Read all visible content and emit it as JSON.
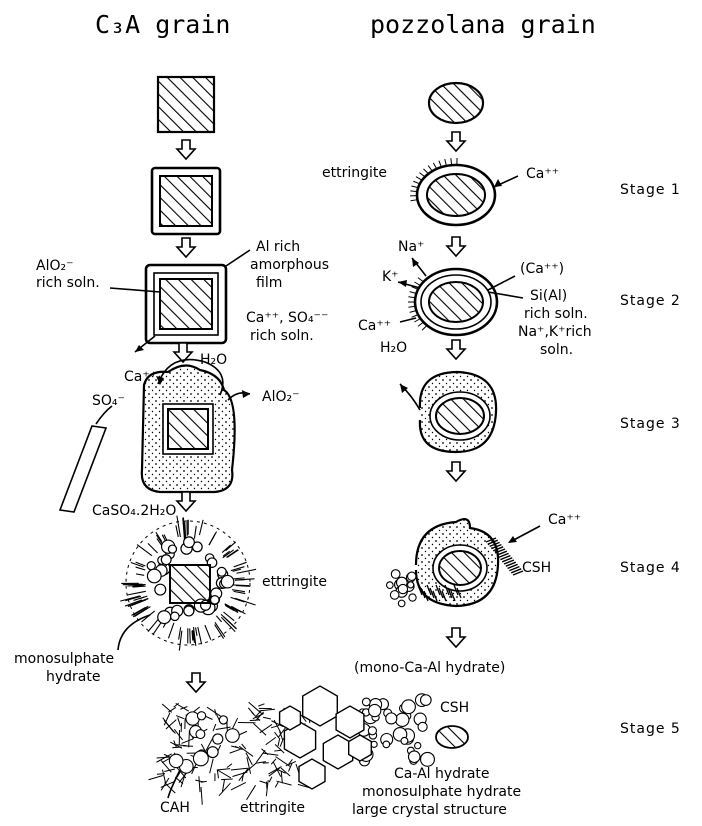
{
  "titles": {
    "c3a": "C₃A grain",
    "pozzolana": "pozzolana grain"
  },
  "stages": [
    "Stage 1",
    "Stage 2",
    "Stage 3",
    "Stage 4",
    "Stage 5"
  ],
  "c3a_labels": {
    "alo2_rich_soln_1": "AlO₂⁻",
    "alo2_rich_soln_2": "rich soln.",
    "al_rich_film_1": "Al rich",
    "al_rich_film_2": "amorphous",
    "al_rich_film_3": "film",
    "ca_so4_soln_1": "Ca⁺⁺, SO₄⁻⁻",
    "ca_so4_soln_2": "rich soln.",
    "ca_pp": "Ca⁺⁺",
    "so4": "SO₄⁻",
    "h2o": "H₂O",
    "alo2_out": "AlO₂⁻",
    "gypsum": "CaSO₄.2H₂O",
    "ettringite": "ettringite",
    "monosulphate_1": "monosulphate",
    "monosulphate_2": "hydrate",
    "cah": "CAH",
    "ettringite_bottom": "ettringite"
  },
  "pozzolana_labels": {
    "ettringite": "ettringite",
    "ca_pp_1": "Ca⁺⁺",
    "na": "Na⁺",
    "k": "K⁺",
    "ca_bracket": "(Ca⁺⁺)",
    "ca_left": "Ca⁺⁺",
    "si_al_1": "Si(Al)",
    "si_al_2": "rich soln.",
    "si_al_3": "Na⁺,K⁺rich",
    "si_al_4": "soln.",
    "h2o": "H₂O",
    "ca_pp_4": "Ca⁺⁺",
    "csh_4": "CSH",
    "mono_ca_al": "(mono-Ca-Al hydrate)",
    "csh_5": "CSH",
    "caal_1": "Ca-Al hydrate",
    "caal_2": "monosulphate hydrate",
    "caal_3": "large crystal structure"
  }
}
